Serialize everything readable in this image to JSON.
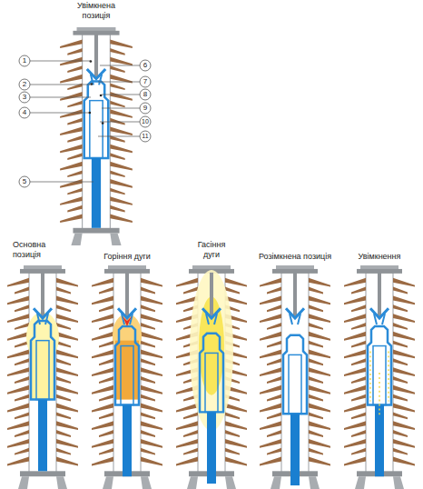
{
  "diagram": {
    "labels": [
      "Увімкнена позиція",
      "1",
      "2",
      "3",
      "4",
      "5",
      "6",
      "7",
      "8",
      "9",
      "10",
      "11",
      "Основна позиція",
      "Горіння дуги",
      "Гасіння дуги",
      "Розімкнена позиція",
      "Увімкнення"
    ]
  }
}
